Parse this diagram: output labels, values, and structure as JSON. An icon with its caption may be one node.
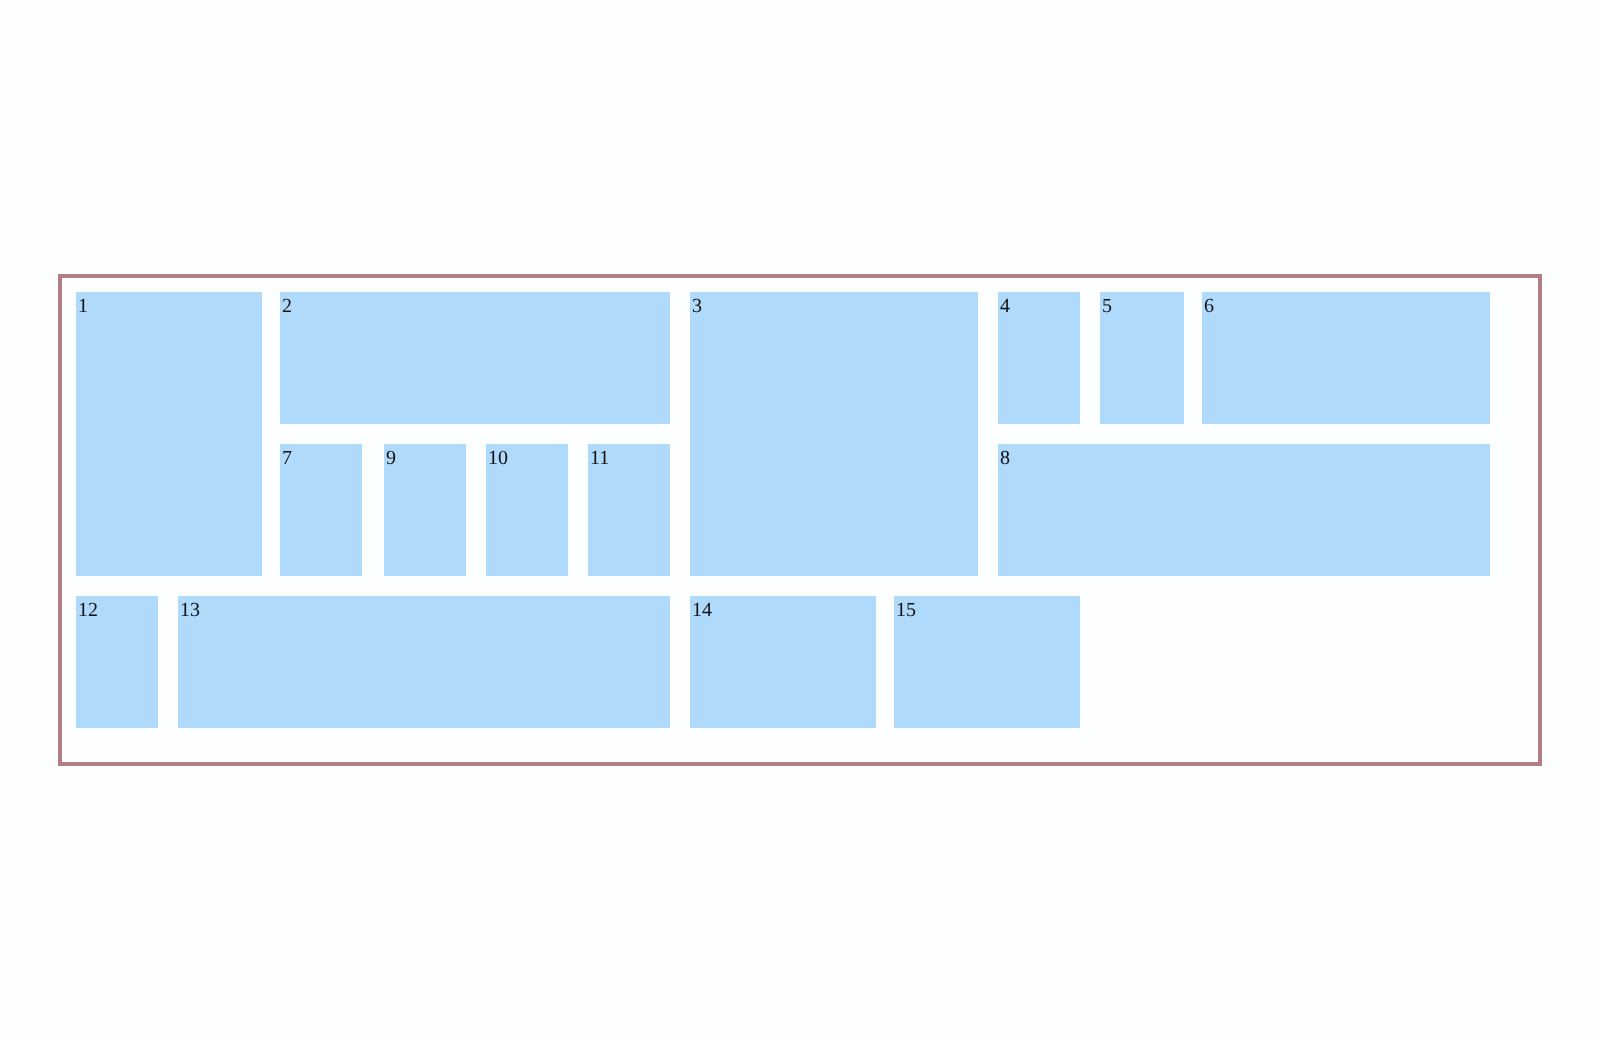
{
  "diagram": {
    "nodes": [
      {
        "text": [],
        "shape": "box"
      },
      {
        "text": [
          "1"
        ],
        "in": 0
      },
      {
        "text": [
          "2"
        ],
        "in": 0
      },
      {
        "text": [
          "3"
        ],
        "in": 0
      },
      {
        "text": [
          "4"
        ],
        "in": 0
      },
      {
        "text": [
          "5"
        ],
        "in": 0
      },
      {
        "text": [
          "6"
        ],
        "in": 0
      },
      {
        "text": [
          "7"
        ],
        "in": 0
      },
      {
        "text": [
          "9"
        ],
        "in": 0
      },
      {
        "text": [
          "10"
        ],
        "in": 0
      },
      {
        "text": [
          "11"
        ],
        "in": 0
      },
      {
        "text": [
          "8"
        ],
        "in": 0
      },
      {
        "text": [
          "12"
        ],
        "in": 0
      },
      {
        "text": [
          "13"
        ],
        "in": 0
      },
      {
        "text": [
          "14"
        ],
        "in": 0
      },
      {
        "text": [
          "15"
        ],
        "in": 0
      }
    ]
  }
}
